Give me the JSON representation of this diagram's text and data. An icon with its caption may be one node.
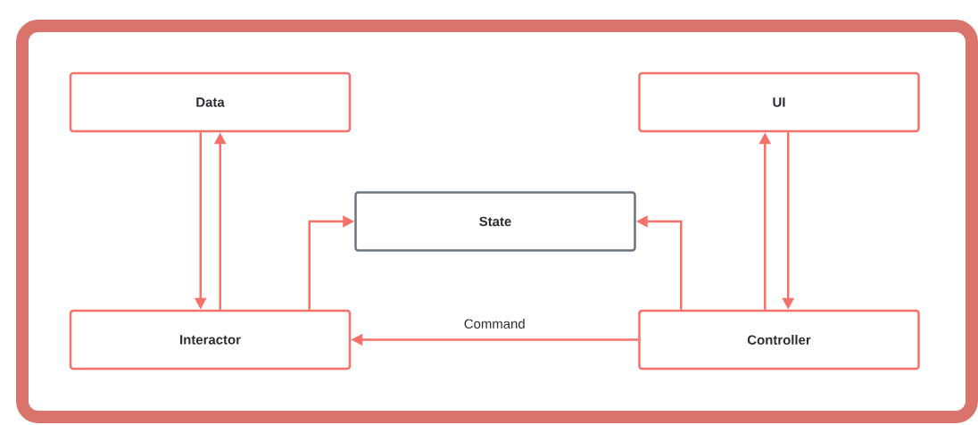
{
  "diagram": {
    "nodes": [
      {
        "text": [
          "Data"
        ]
      },
      {
        "text": [
          "UI"
        ]
      },
      {
        "text": [
          "State"
        ]
      },
      {
        "text": [
          "Interactor"
        ]
      },
      {
        "text": [
          "Controller"
        ]
      }
    ],
    "edges": [
      {
        "from": 0,
        "to": 3,
        "arrow": "to"
      },
      {
        "from": 3,
        "to": 0,
        "arrow": "to"
      },
      {
        "from": 3,
        "to": 2,
        "arrow": "to"
      },
      {
        "from": 4,
        "to": 2,
        "arrow": "to"
      },
      {
        "from": 4,
        "to": 1,
        "arrow": "to"
      },
      {
        "from": 1,
        "to": 4,
        "arrow": "to"
      },
      {
        "from": 4,
        "to": 3,
        "arrow": "to",
        "label": "Command"
      }
    ]
  }
}
